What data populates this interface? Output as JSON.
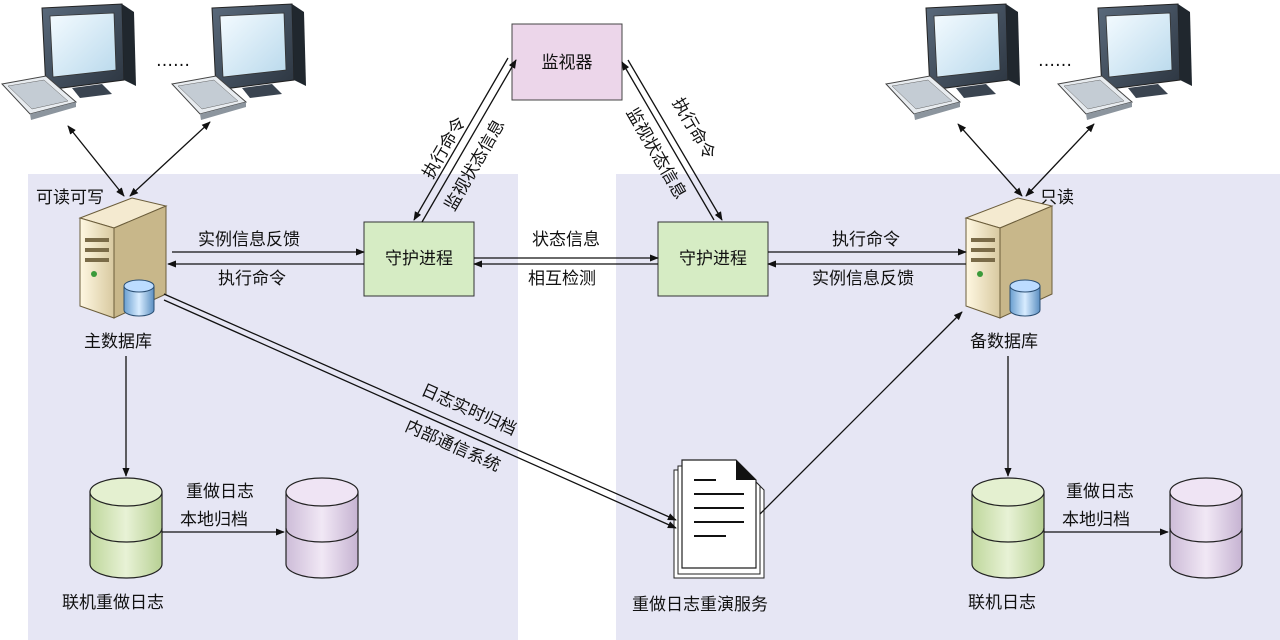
{
  "regions": {
    "primary": {
      "label": "可读可写"
    },
    "standby": {
      "label": "只读"
    }
  },
  "monitor": {
    "label": "监视器"
  },
  "guards": {
    "left": {
      "label": "守护进程"
    },
    "right": {
      "label": "守护进程"
    }
  },
  "databases": {
    "primary": {
      "label": "主数据库"
    },
    "standby": {
      "label": "备数据库"
    }
  },
  "logs": {
    "primary_online": {
      "label": "联机重做日志"
    },
    "standby_online": {
      "label": "联机日志"
    },
    "primary_archive": {
      "line1": "重做日志",
      "line2": "本地归档"
    },
    "standby_archive": {
      "line1": "重做日志",
      "line2": "本地归档"
    }
  },
  "replay_service": {
    "label": "重做日志重演服务"
  },
  "ellipsis": {
    "left": "……",
    "right": "……"
  },
  "edges": {
    "left_feedback": "实例信息反馈",
    "left_command": "执行命令",
    "right_command": "执行命令",
    "right_feedback": "实例信息反馈",
    "guard_status": "状态信息",
    "guard_detect": "相互检测",
    "monitor_left_cmd": "执行命令",
    "monitor_left_status": "监视状态信息",
    "monitor_right_status": "监视状态信息",
    "monitor_right_cmd": "执行命令",
    "archive_realtime": "日志实时归档",
    "internal_comm": "内部通信系统"
  },
  "colors": {
    "region_bg": "#e6e6f4",
    "monitor_fill": "#ecd6ea",
    "guard_fill": "#d6ecc4",
    "db_green": "#d4e6b8",
    "db_purple": "#e2d4ea"
  }
}
